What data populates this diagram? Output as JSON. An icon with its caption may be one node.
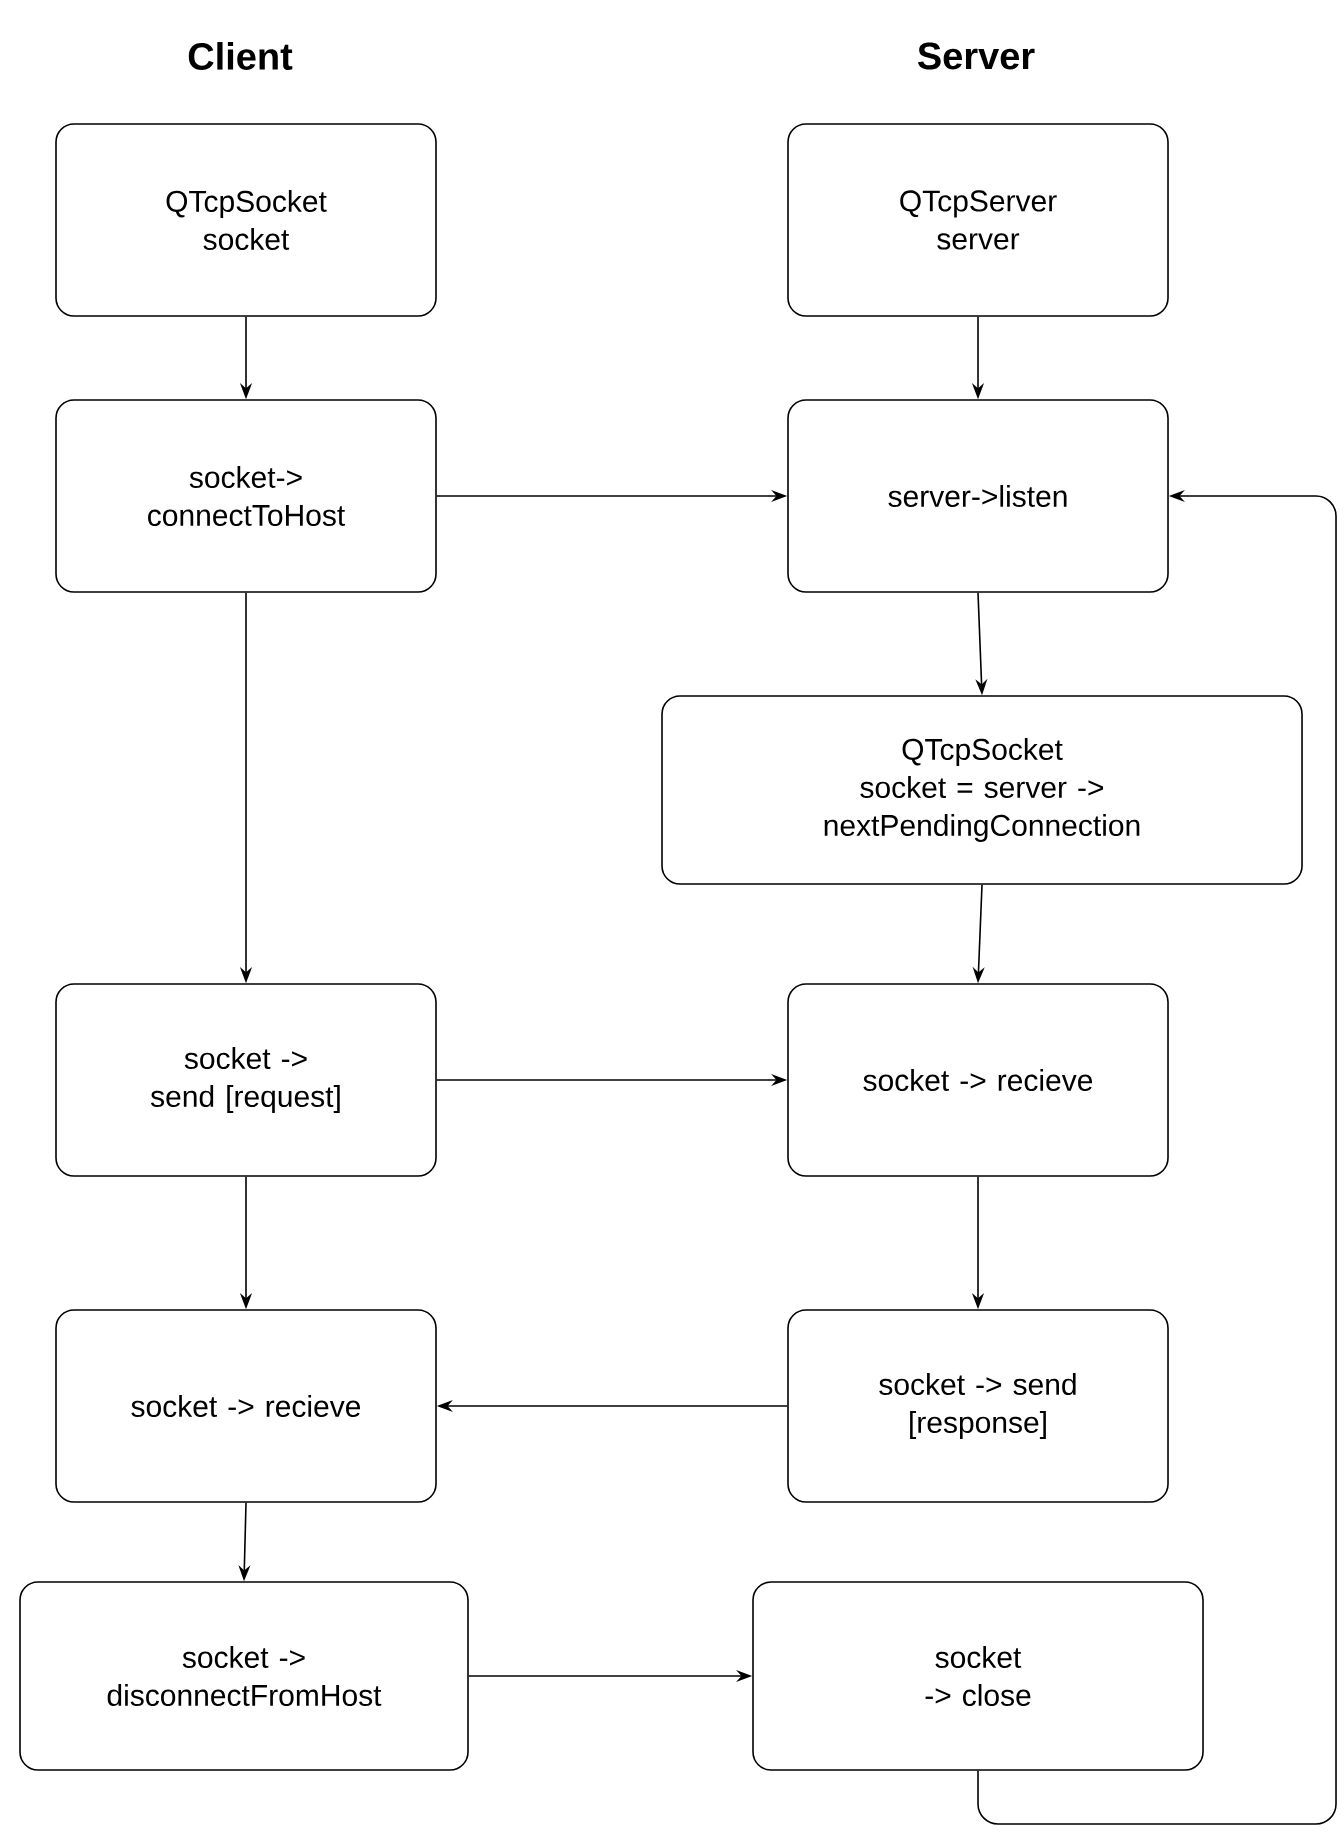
{
  "diagram": {
    "nodes": [
      {
        "text": [
          "QTcpSocket socket"
        ]
      },
      {
        "text": [
          "QTcpServer server"
        ]
      },
      {
        "text": [
          "socket-> connectToHost"
        ]
      },
      {
        "text": [
          "server->listen"
        ]
      },
      {
        "text": [
          "QTcpSocket socket = server -> nextPendingConnection"
        ]
      },
      {
        "text": [
          "socket -> send [request]"
        ]
      },
      {
        "text": [
          "socket -> recieve"
        ]
      },
      {
        "text": [
          "socket -> recieve"
        ]
      },
      {
        "text": [
          "socket -> send [response]"
        ]
      },
      {
        "text": [
          "socket -> disconnectFromHost"
        ]
      },
      {
        "text": [
          "socket -> close"
        ]
      }
    ],
    "edges": [
      {
        "from": 0,
        "to": 2,
        "arrow": "to"
      },
      {
        "from": 1,
        "to": 3,
        "arrow": "to"
      },
      {
        "from": 2,
        "to": 3,
        "arrow": "to"
      },
      {
        "from": 3,
        "to": 4,
        "arrow": "to"
      },
      {
        "from": 2,
        "to": 5,
        "arrow": "to"
      },
      {
        "from": 4,
        "to": 6,
        "arrow": "to"
      },
      {
        "from": 5,
        "to": 6,
        "arrow": "to"
      },
      {
        "from": 6,
        "to": 8,
        "arrow": "to"
      },
      {
        "from": 5,
        "to": 7,
        "arrow": "to"
      },
      {
        "from": 8,
        "to": 7,
        "arrow": "to"
      },
      {
        "from": 7,
        "to": 9,
        "arrow": "to"
      },
      {
        "from": 9,
        "to": 10,
        "arrow": "to"
      },
      {
        "from": 10,
        "to": 3,
        "arrow": "to"
      }
    ],
    "labels": [
      "Client",
      "Server"
    ]
  }
}
